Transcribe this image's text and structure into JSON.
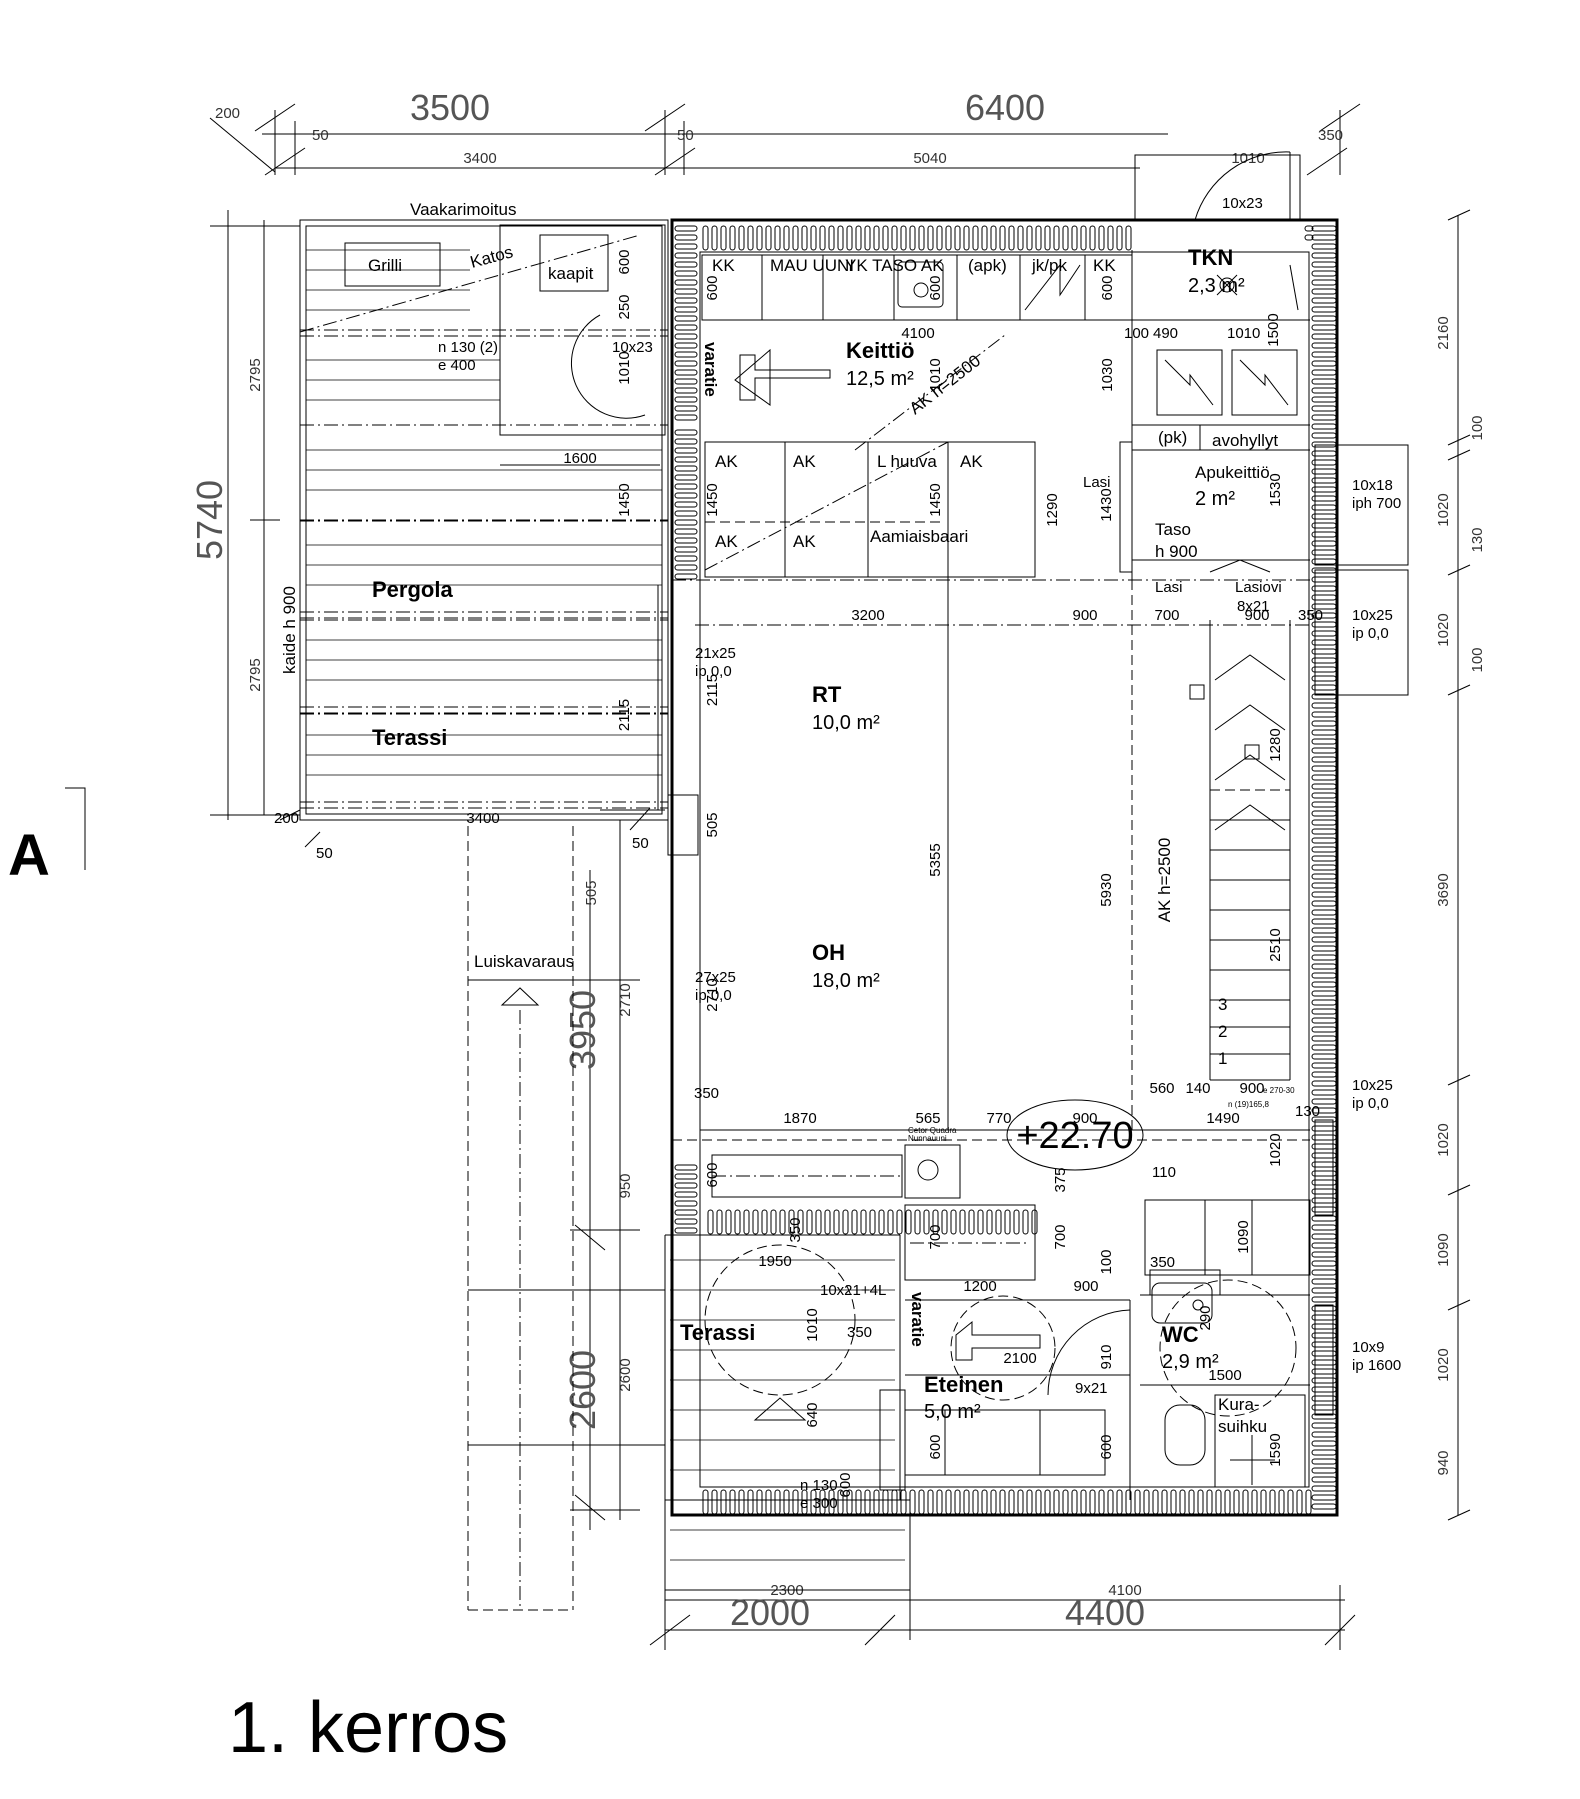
{
  "title": "1. kerros",
  "section_mark": "A",
  "level": "+22.70",
  "dims_top_major": [
    "3500",
    "6400"
  ],
  "dims_top_minor": [
    "200",
    "50",
    "3400",
    "50",
    "5040",
    "1010",
    "350"
  ],
  "dims_bottom_major": [
    "2000",
    "4400"
  ],
  "dims_bottom_minor": [
    "2300",
    "4100"
  ],
  "dims_left_major": [
    "5740",
    "3950",
    "2600"
  ],
  "dims_left_minor": [
    "2795",
    "2795",
    "505",
    "2710",
    "950",
    "2600"
  ],
  "dims_right": [
    "2160",
    "100",
    "1020",
    "130",
    "1020",
    "100",
    "3690",
    "1020",
    "1090",
    "1020",
    "940"
  ],
  "rooms": {
    "tkn": {
      "name": "TKN",
      "area": "2,3 m²"
    },
    "keittio": {
      "name": "Keittiö",
      "area": "12,5 m²"
    },
    "apukeittio": {
      "name": "Apukeittiö",
      "area": "2 m²"
    },
    "rt": {
      "name": "RT",
      "area": "10,0 m²"
    },
    "oh": {
      "name": "OH",
      "area": "18,0 m²"
    },
    "wc": {
      "name": "WC",
      "area": "2,9 m²"
    },
    "eteinen": {
      "name": "Eteinen",
      "area": "5,0 m²"
    },
    "pergola": {
      "name": "Pergola"
    },
    "terassi1": {
      "name": "Terassi"
    },
    "terassi2": {
      "name": "Terassi"
    }
  },
  "labels": {
    "vaakarimoitus": "Vaakarimoitus",
    "grilli": "Grilli",
    "katos": "Katos",
    "kaapit": "kaapit",
    "n130_2": "n 130 (2)",
    "e400": "e 400",
    "door_10x23_a": "10x23",
    "door_10x23_b": "10x23",
    "kaide": "kaide h 900",
    "luiskavaraus": "Luiskavaraus",
    "varatie_1": "varatie",
    "varatie_2": "varatie",
    "kk1": "KK",
    "mau_uuni": "MAU UUNI",
    "yk_taso_ak": "YK TASO AK",
    "apk": "(apk)",
    "jkpk": "jk/pk",
    "kk2": "KK",
    "ak_h2500_a": "AK h=2500",
    "ak_h2500_b": "AK h=2500",
    "ak1": "AK",
    "ak2": "AK",
    "l_huuva": "L huuva",
    "ak3": "AK",
    "ak4": "AK",
    "ak5": "AK",
    "aamiaisbaari": "Aamiaisbaari",
    "lasi1": "Lasi",
    "lasi2": "Lasi",
    "lasiovi": "Lasiovi",
    "door_8x21": "8x21",
    "pk": "(pk)",
    "avohyllyt": "avohyllyt",
    "taso": "Taso",
    "h900": "h 900",
    "win_10x18": "10x18",
    "iph700": "iph 700",
    "win_10x25_a": "10x25",
    "ip00_a": "ip 0,0",
    "win_21x25": "21x25",
    "ip00_b": "ip 0,0",
    "win_27x25": "27x25",
    "ip00_c": "ip 0,0",
    "win_10x25_b": "10x25",
    "ip00_d": "ip 0,0",
    "win_10x9": "10x9",
    "ip1600": "ip 1600",
    "door_10x21_4l": "10x21+4L",
    "door_9x21": "9x21",
    "kurasuihku_1": "Kura-",
    "kurasuihku_2": "suihku",
    "n130": "n 130",
    "e300": "e 300",
    "stair_1": "1",
    "stair_2": "2",
    "stair_3": "3",
    "stair_note_1": "e 270-30",
    "stair_note_2": "n (19)165,8",
    "fireplace_note_1": "Cetor Quadra",
    "fireplace_note_2": "Nunnauuni"
  },
  "inner_dims": [
    "4100",
    "100",
    "490",
    "1010",
    "1500",
    "1030",
    "1010",
    "600",
    "600",
    "600",
    "250",
    "1010",
    "1600",
    "1450",
    "1450",
    "1450",
    "1290",
    "1430",
    "1530",
    "3200",
    "900",
    "700",
    "900",
    "350",
    "2115",
    "2115",
    "1280",
    "5355",
    "5930",
    "2510",
    "2710",
    "505",
    "350",
    "1870",
    "565",
    "770",
    "900",
    "560",
    "140",
    "900",
    "130",
    "1490",
    "1020",
    "110",
    "375",
    "600",
    "700",
    "700",
    "700",
    "1090",
    "100",
    "350",
    "1950",
    "1200",
    "900",
    "1010",
    "350",
    "2100",
    "910",
    "290",
    "1500",
    "640",
    "600",
    "600",
    "600",
    "1590",
    "3400",
    "200",
    "50",
    "50"
  ]
}
